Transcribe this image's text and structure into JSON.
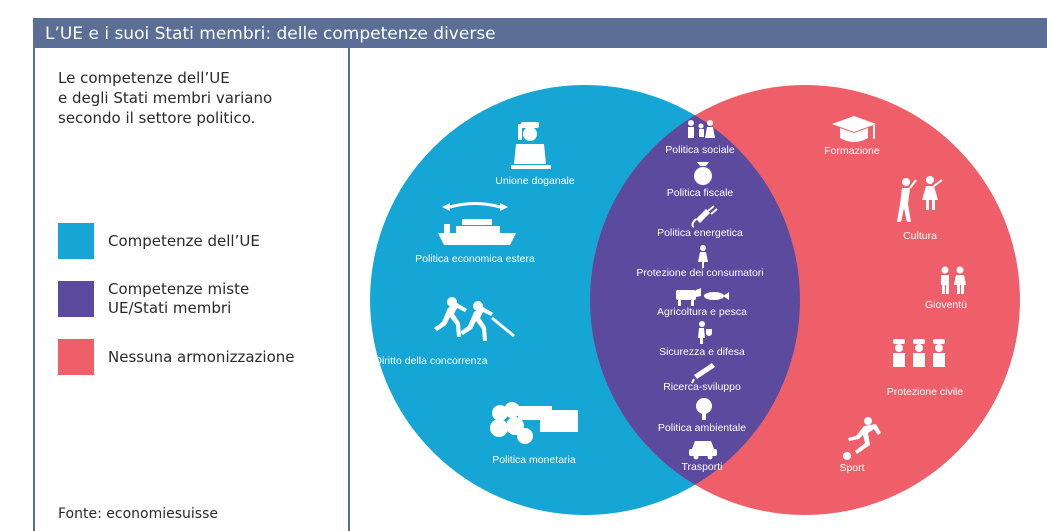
{
  "title": "L’UE e i suoi Stati membri: delle competenze diverse",
  "intro": "Le competenze dell’UE\ne degli Stati membri variano\nsecondo il settore politico.",
  "legend": [
    {
      "label": "Competenze dell’UE",
      "color": "#16a6d6"
    },
    {
      "label": "Competenze miste\nUE/Stati membri",
      "color": "#5c4a9e"
    },
    {
      "label": "Nessuna armonizzazione",
      "color": "#ef5f6a"
    }
  ],
  "source": "Fonte: economiesuisse",
  "eu_items": [
    {
      "label": "Unione doganale",
      "icon": "customs-officer-icon"
    },
    {
      "label": "Politica economica estera",
      "icon": "cargo-ship-icon"
    },
    {
      "label": "Diritto della concorrenza",
      "icon": "runners-icon"
    },
    {
      "label": "Politica monetaria",
      "icon": "coins-banknotes-icon"
    }
  ],
  "mixed_items": [
    {
      "label": "Politica sociale",
      "icon": "family-icon"
    },
    {
      "label": "Politica fiscale",
      "icon": "money-bag-icon"
    },
    {
      "label": "Politica energetica",
      "icon": "plug-icon"
    },
    {
      "label": "Protezione dei consumatori",
      "icon": "consumer-icon"
    },
    {
      "label": "Agricoltura e pesca",
      "icon": "cow-fish-icon"
    },
    {
      "label": "Sicurezza e difesa",
      "icon": "shield-soldier-icon"
    },
    {
      "label": "Ricerca-sviluppo",
      "icon": "test-tube-icon"
    },
    {
      "label": "Politica ambientale",
      "icon": "tree-icon"
    },
    {
      "label": "Trasporti",
      "icon": "car-icon"
    }
  ],
  "national_items": [
    {
      "label": "Formazione",
      "icon": "graduation-cap-icon"
    },
    {
      "label": "Cultura",
      "icon": "culture-icon"
    },
    {
      "label": "Gioventù",
      "icon": "youth-icon"
    },
    {
      "label": "Protezione civile",
      "icon": "civil-protection-icon"
    },
    {
      "label": "Sport",
      "icon": "football-player-icon"
    }
  ]
}
